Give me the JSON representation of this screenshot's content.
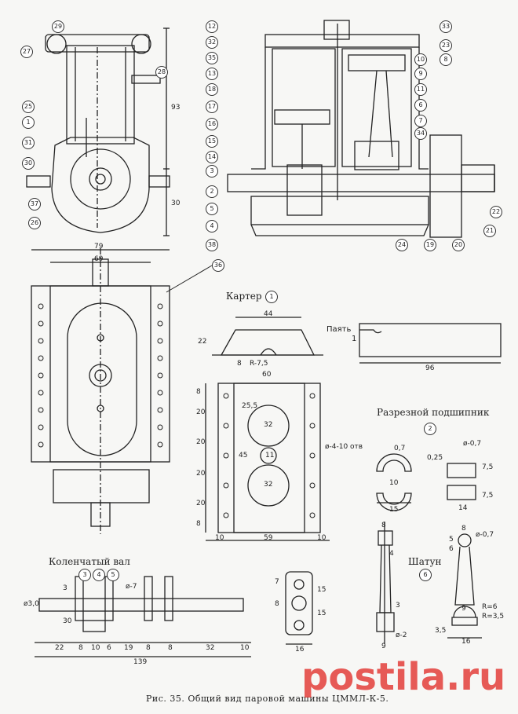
{
  "caption": "Рис. 35. Общий вид паровой машины ЦММЛ-К-5.",
  "watermark": "postila.ru",
  "titles": {
    "karter": "Картер",
    "karter_num": "1",
    "paiat": "Паять",
    "paiat_num": "1",
    "bearing": "Разрезной подшипник",
    "bearing_num": "2",
    "crank": "Коленчатый вал",
    "crank_nums": [
      "3",
      "4",
      "5"
    ],
    "shatun": "Шатун",
    "shatun_num": "6"
  },
  "callouts_left": [
    "29",
    "27",
    "28",
    "25",
    "1",
    "31",
    "30",
    "37",
    "26"
  ],
  "callouts_right_left": [
    "12",
    "32",
    "35",
    "13",
    "18",
    "17",
    "16",
    "15",
    "14",
    "3",
    "2",
    "5",
    "4",
    "38"
  ],
  "callouts_right_right": [
    "33",
    "23",
    "8",
    "10",
    "9",
    "11",
    "6",
    "7",
    "34",
    "22",
    "21",
    "20",
    "19",
    "24"
  ],
  "callout_36": "36",
  "dimensions": {
    "front_height_93": "93",
    "front_height_30": "30",
    "top_width_79": "79",
    "top_width_69": "69",
    "karter_44": "44",
    "karter_22": "22",
    "karter_r": "R-7,5",
    "karter_8": "8",
    "karter_60": "60",
    "karter_25_5": "25,5",
    "karter_32a": "32",
    "karter_11": "11",
    "karter_32b": "32",
    "karter_45": "45",
    "karter_holes": "ø-4-10 отв",
    "karter_59": "59",
    "karter_10a": "10",
    "karter_10b": "10",
    "karter_left": [
      "8",
      "20",
      "20",
      "20",
      "20",
      "8"
    ],
    "plate_96": "96",
    "bearing_0_7": "0,7",
    "bearing_10": "10",
    "bearing_15": "15",
    "bearing_0_25": "0,25",
    "bearing_d07": "ø-0,7",
    "bearing_7_5a": "7,5",
    "bearing_7_5b": "7,5",
    "bearing_14": "14",
    "rod_8": "8",
    "rod_4": "4",
    "rod_3": "3",
    "rod_d2": "ø-2",
    "rod_9": "9",
    "shatun_8": "8",
    "shatun_5": "5",
    "shatun_6": "6",
    "shatun_d07": "ø-0,7",
    "shatun_r6": "R=6",
    "shatun_r35": "R=3,5",
    "shatun_3_5": "3,5",
    "shatun_16": "16",
    "crank_3": "3",
    "crank_d7": "ø-7",
    "crank_d3": "ø3,0",
    "crank_30": "30",
    "crank_bottom": [
      "22",
      "8",
      "10",
      "6",
      "19",
      "8",
      "8",
      "32",
      "10"
    ],
    "crank_total": "139",
    "web_7": "7",
    "web_8": "8",
    "web_15a": "15",
    "web_15b": "15",
    "web_16": "16"
  }
}
